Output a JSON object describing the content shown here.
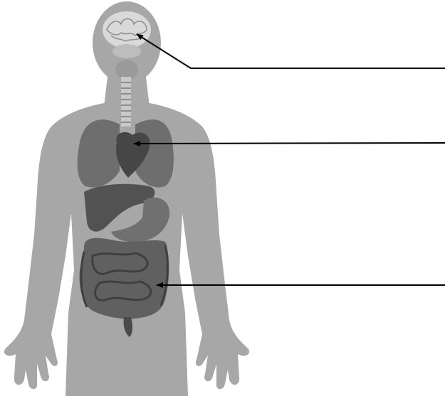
{
  "diagram": {
    "background": "#ffffff",
    "body_color": "#a7a7a7",
    "organ_dark": "#4f4f4f",
    "organ_mid": "#6e6e6e",
    "organ_light": "#d9d9d9",
    "line_color": "#000000"
  },
  "labels": [
    {
      "target": "brain",
      "text": ""
    },
    {
      "target": "heart",
      "text": ""
    },
    {
      "target": "intestines",
      "text": ""
    }
  ]
}
